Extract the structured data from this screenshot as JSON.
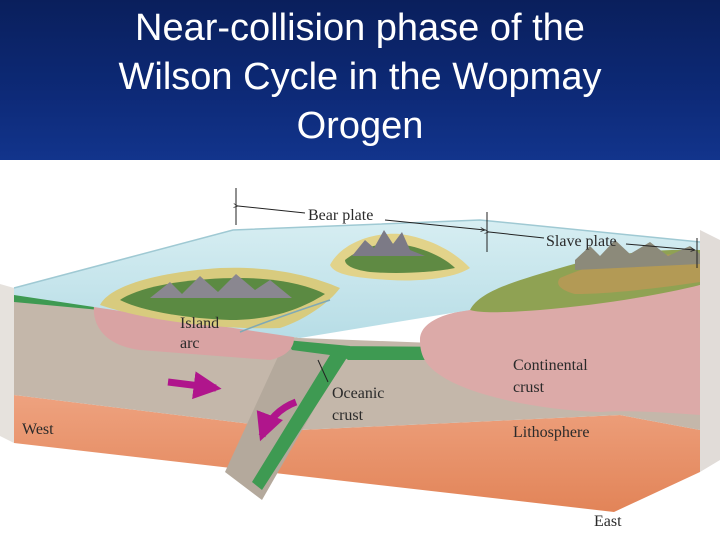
{
  "title": {
    "lines": [
      "Near-collision phase of the",
      "Wilson Cycle in the Wopmay",
      "Orogen"
    ]
  },
  "diagram": {
    "plates": {
      "bear": "Bear plate",
      "slave": "Slave plate"
    },
    "labels": {
      "island_arc": [
        "Island",
        "arc"
      ],
      "continental_crust": [
        "Continental",
        "crust"
      ],
      "oceanic_crust": [
        "Oceanic",
        "crust"
      ],
      "lithosphere": "Lithosphere",
      "west": "West",
      "east": "East"
    },
    "colors": {
      "title_bar": "#0d2a78",
      "ocean": "#bfe3ea",
      "crust_pink": "#d9a3a3",
      "lithosphere": "#c2b5a8",
      "asthenosphere": "#e7906a",
      "oceanic_crust_green": "#3e9a52",
      "arrow_magenta": "#b0158c"
    }
  }
}
